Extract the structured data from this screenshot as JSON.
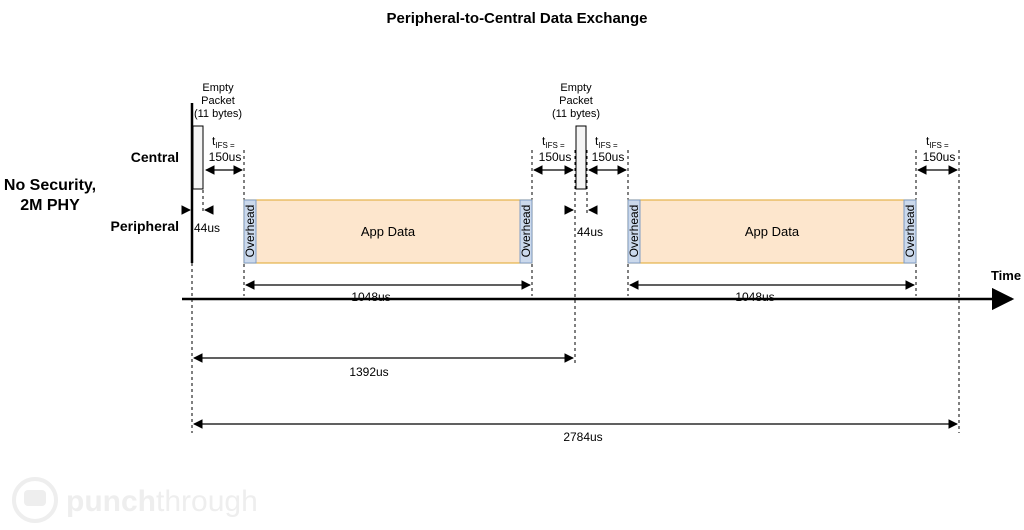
{
  "title": "Peripheral-to-Central Data Exchange",
  "scenario": {
    "line1": "No Security,",
    "line2": "2M PHY"
  },
  "rows": {
    "central": "Central",
    "peripheral": "Peripheral"
  },
  "axis_label": "Time",
  "empty_packet": {
    "line1": "Empty",
    "line2": "Packet",
    "line3": "(11 bytes)"
  },
  "tifs": {
    "t": "t",
    "sub": "IFS =",
    "value": "150us"
  },
  "durations": {
    "turnaround": "44us",
    "data_packet": "1048us",
    "half_cycle": "1392us",
    "full_cycle": "2784us"
  },
  "packet_labels": {
    "app_data": "App Data",
    "overhead": "Overhead"
  },
  "watermark": {
    "part1": "punch",
    "part2": "through"
  },
  "colors": {
    "app_fill": "#fde6cd",
    "app_stroke": "#e4b24a",
    "overhead_fill": "#cbd9ec",
    "overhead_stroke": "#7f9cc4",
    "empty_fill": "#f5f5f5",
    "line": "#000000",
    "watermark": "#eeeeee"
  }
}
